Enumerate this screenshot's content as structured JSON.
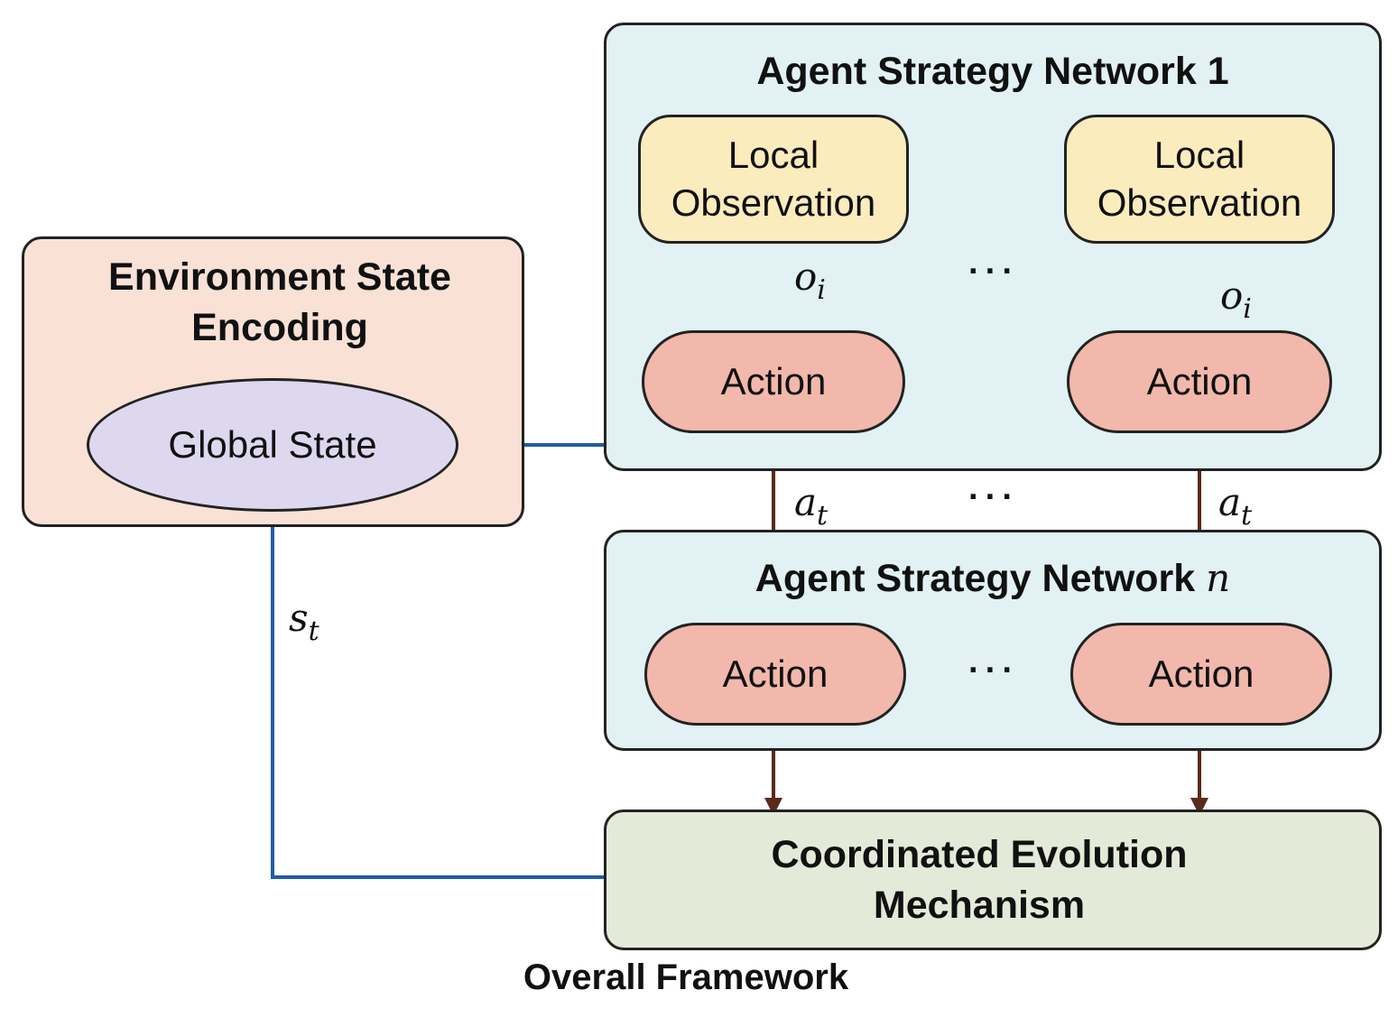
{
  "environment": {
    "title": "Environment State Encoding",
    "global_state": "Global State"
  },
  "network_1": {
    "title": "Agent Strategy Network 1",
    "local_observation": "Local Observation",
    "action": "Action",
    "obs_var": "o",
    "obs_sub": "i"
  },
  "network_n": {
    "title_prefix": "Agent Strategy Network ",
    "title_var": "n",
    "action": "Action"
  },
  "edges": {
    "action_var": "a",
    "action_sub": "t",
    "state_var": "s",
    "state_sub": "t",
    "ellipsis": "···"
  },
  "coordination": {
    "title": "Coordinated Evolution Mechanism"
  },
  "caption": "Overall Framework",
  "colors": {
    "brown_arrow": "#5a2a1a",
    "blue_arrow": "#1f5ba8",
    "env_fill": "#f9e1d6",
    "network_fill": "#e1f1f4",
    "coordination_fill": "#e4ead8",
    "observation_fill": "#fbecbe",
    "action_fill": "#f1b8ab",
    "global_state_fill": "#ded8ef"
  }
}
